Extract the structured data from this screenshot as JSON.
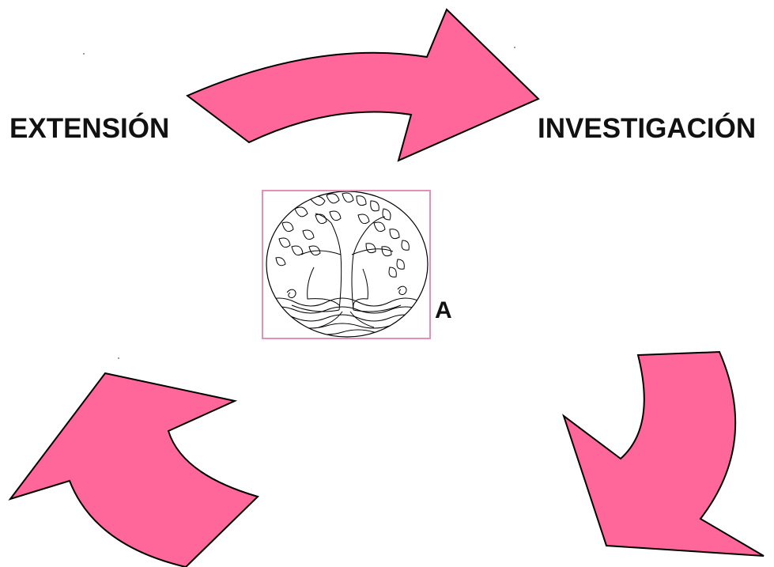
{
  "labels": {
    "extension": "EXTENSIÓN",
    "investigation": "INVESTIGACIÓN",
    "center_letter": "A"
  },
  "colors": {
    "arrow_fill": "#ff6699",
    "arrow_stroke": "#000000",
    "frame_border": "#e58fb5"
  },
  "icons": {
    "center_image": "tree-of-life-icon"
  }
}
